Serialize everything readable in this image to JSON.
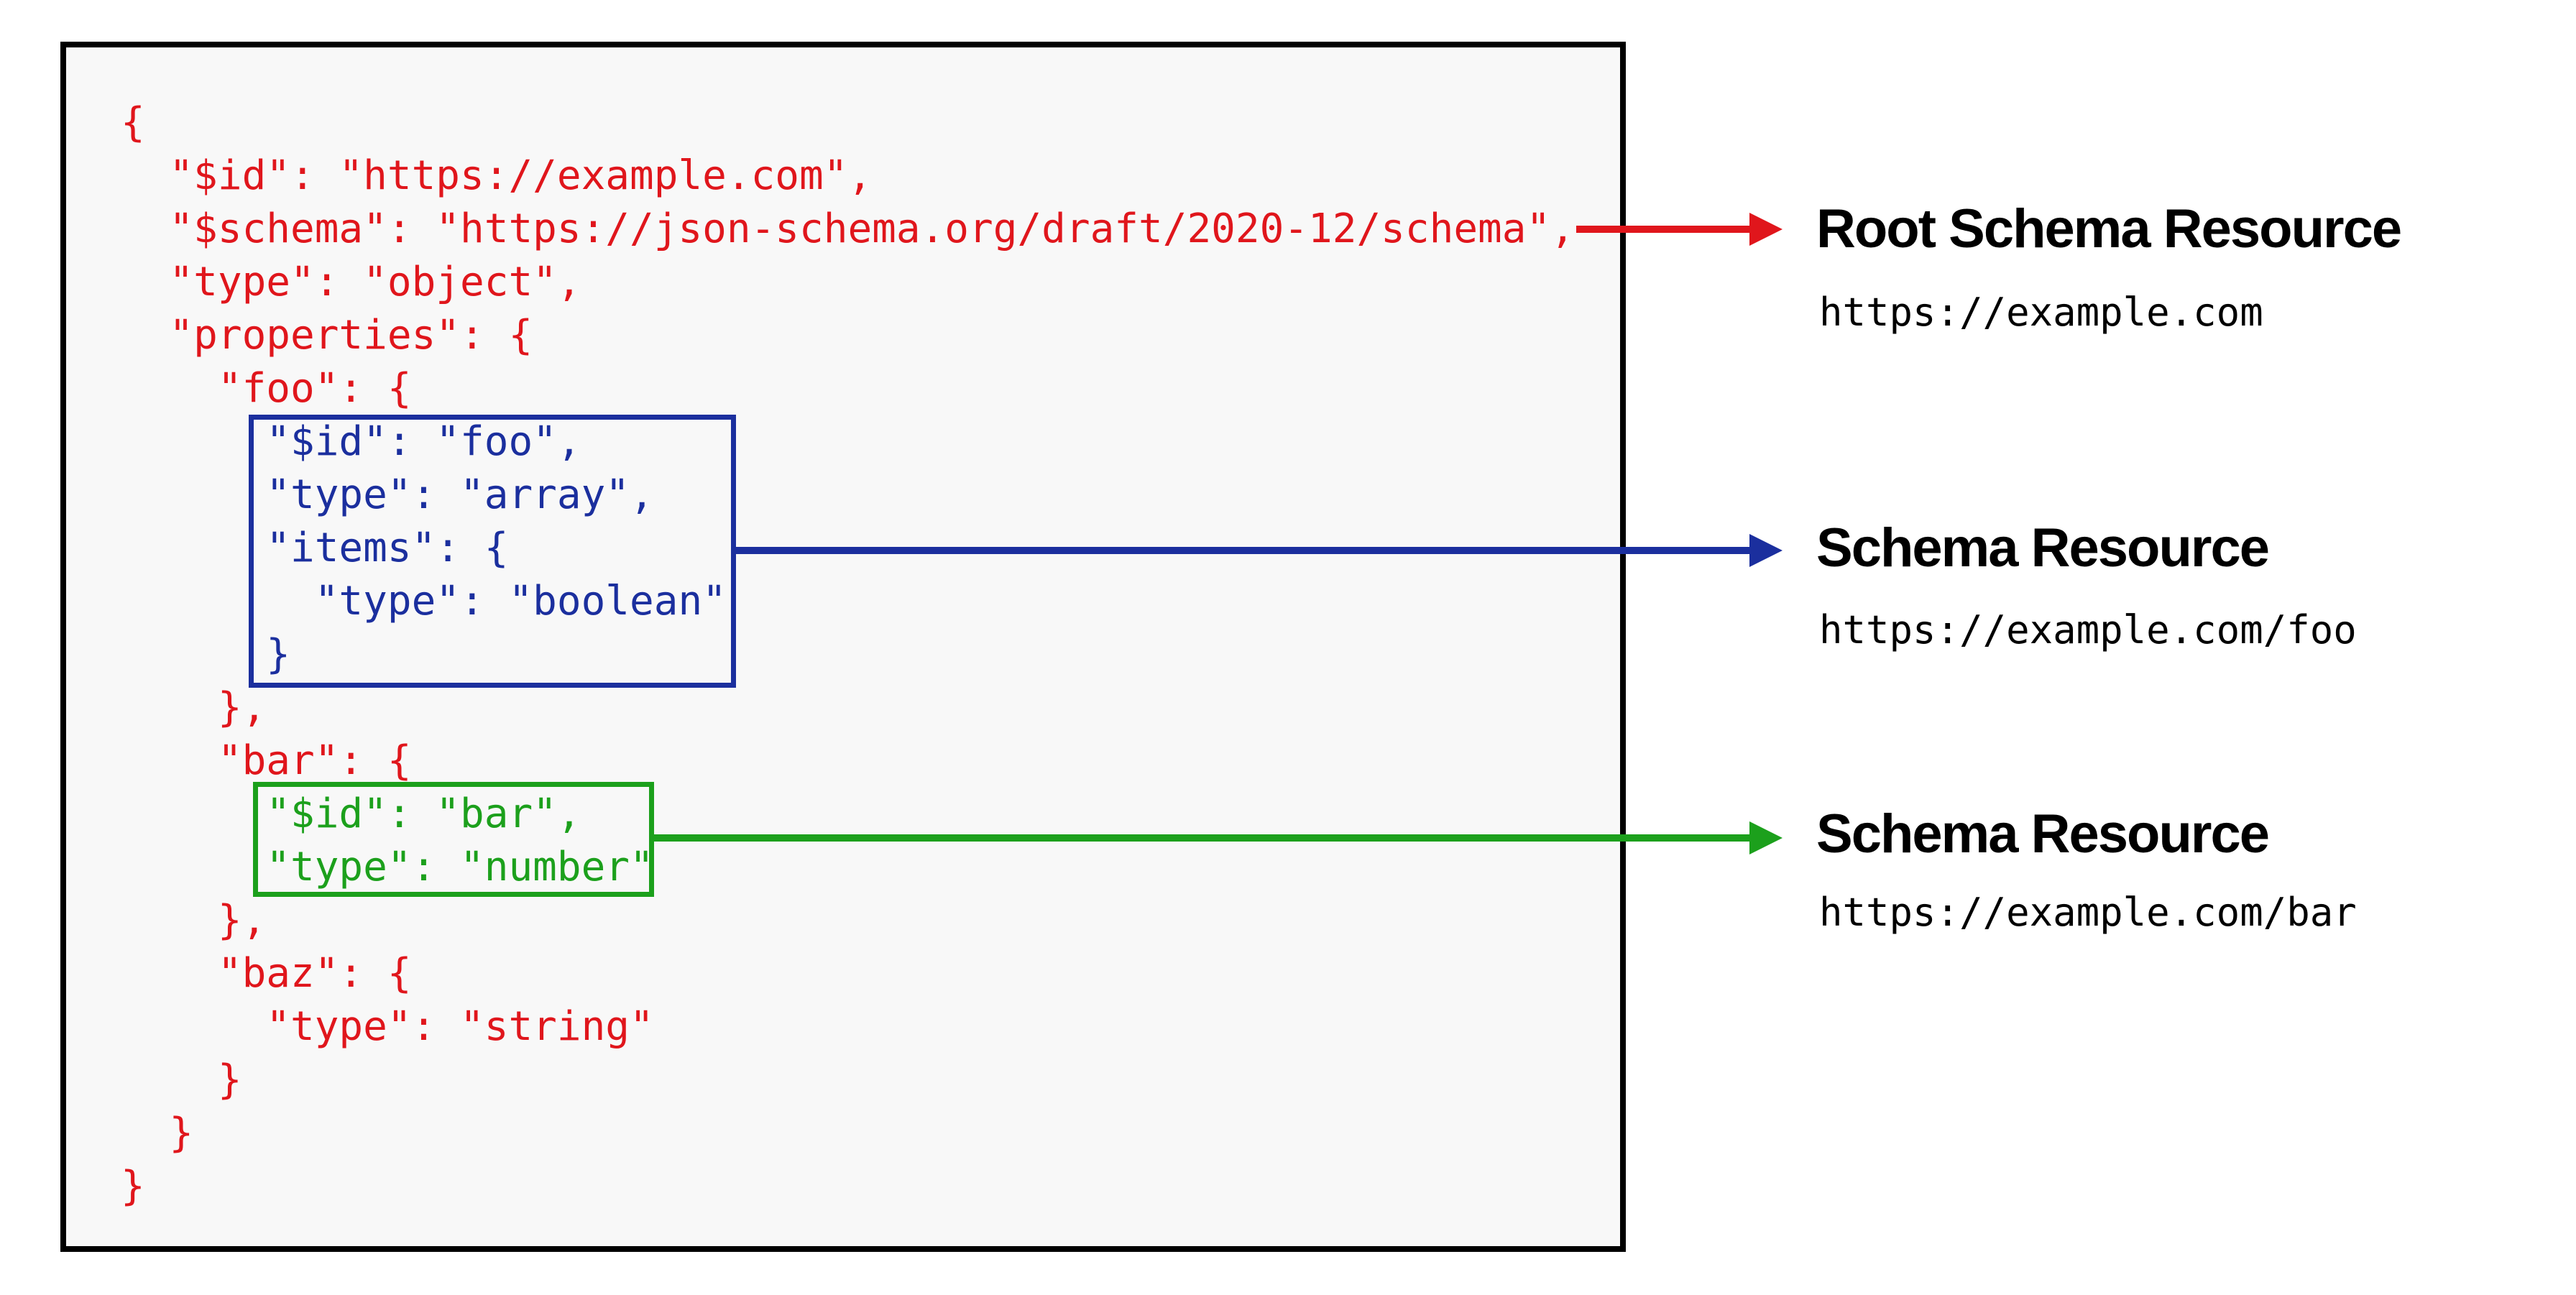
{
  "diagram": {
    "colors": {
      "red": "#e0161c",
      "blue": "#1b2f9e",
      "green": "#1ca01c",
      "panel_bg": "#f8f8f8",
      "panel_border": "#000000",
      "label_text": "#000000"
    },
    "code": {
      "lines": [
        {
          "text": "{",
          "color": "red"
        },
        {
          "text": "  \"$id\": \"https://example.com\",",
          "color": "red"
        },
        {
          "text": "  \"$schema\": \"https://json-schema.org/draft/2020-12/schema\",",
          "color": "red"
        },
        {
          "text": "  \"type\": \"object\",",
          "color": "red"
        },
        {
          "text": "  \"properties\": {",
          "color": "red"
        },
        {
          "text": "    \"foo\": {",
          "color": "red"
        },
        {
          "text": "      \"$id\": \"foo\",",
          "color": "blue"
        },
        {
          "text": "      \"type\": \"array\",",
          "color": "blue"
        },
        {
          "text": "      \"items\": {",
          "color": "blue"
        },
        {
          "text": "        \"type\": \"boolean\"",
          "color": "blue"
        },
        {
          "text": "      }",
          "color": "blue"
        },
        {
          "text": "    },",
          "color": "red"
        },
        {
          "text": "    \"bar\": {",
          "color": "red"
        },
        {
          "text": "      \"$id\": \"bar\",",
          "color": "green"
        },
        {
          "text": "      \"type\": \"number\"",
          "color": "green"
        },
        {
          "text": "    },",
          "color": "red"
        },
        {
          "text": "    \"baz\": {",
          "color": "red"
        },
        {
          "text": "      \"type\": \"string\"",
          "color": "red"
        },
        {
          "text": "    }",
          "color": "red"
        },
        {
          "text": "  }",
          "color": "red"
        },
        {
          "text": "}",
          "color": "red"
        }
      ]
    },
    "annotations": [
      {
        "title": "Root Schema Resource",
        "url": "https://example.com",
        "color": "red"
      },
      {
        "title": "Schema Resource",
        "url": "https://example.com/foo",
        "color": "blue"
      },
      {
        "title": "Schema Resource",
        "url": "https://example.com/bar",
        "color": "green"
      }
    ]
  }
}
